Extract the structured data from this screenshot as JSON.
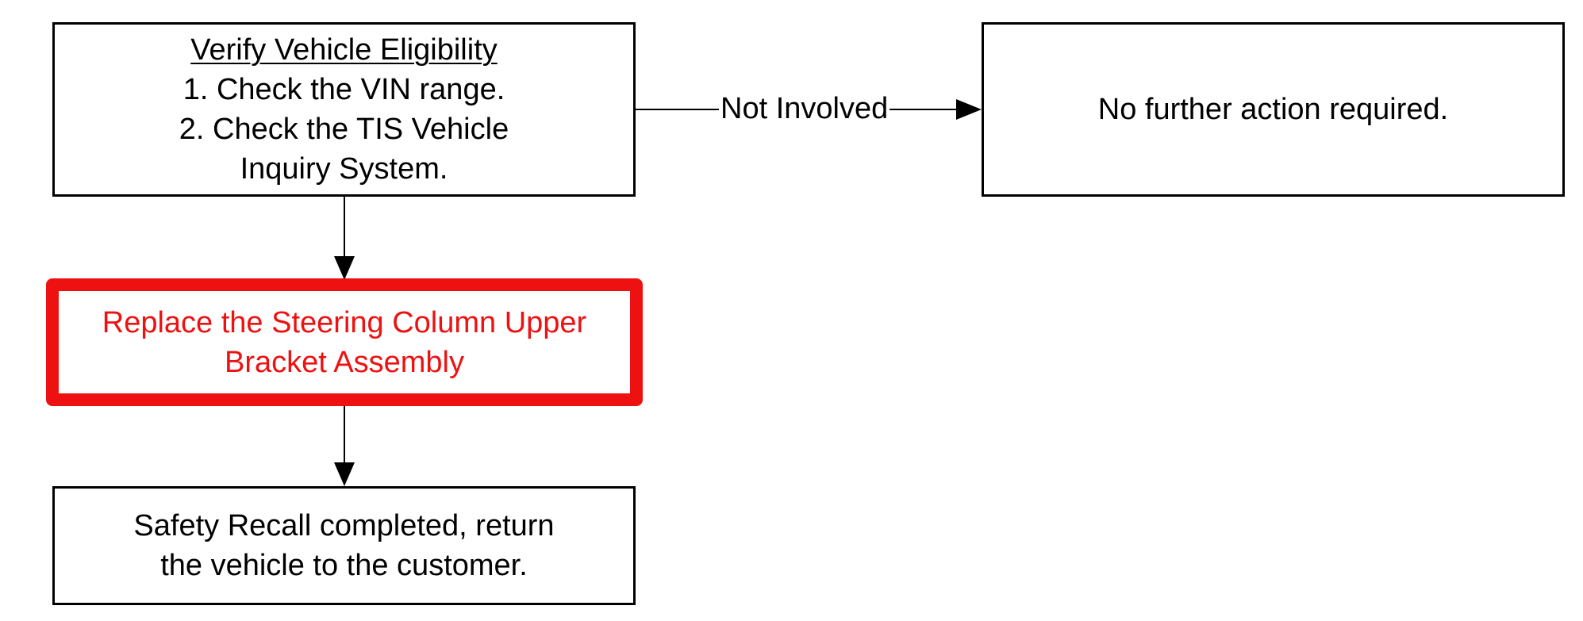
{
  "nodes": {
    "verify": {
      "heading": "Verify Vehicle Eligibility",
      "step1": "1. Check the VIN range.",
      "step2_line1": "2. Check the TIS Vehicle",
      "step2_line2": "Inquiry System."
    },
    "no_further": {
      "text": "No further action required."
    },
    "replace": {
      "line1": "Replace the Steering Column Upper",
      "line2": "Bracket Assembly"
    },
    "completed": {
      "line1": "Safety Recall completed, return",
      "line2": "the vehicle to the customer."
    }
  },
  "edges": {
    "not_involved_label": "Not Involved"
  },
  "colors": {
    "highlight": "#ee1111",
    "stroke": "#000000"
  }
}
